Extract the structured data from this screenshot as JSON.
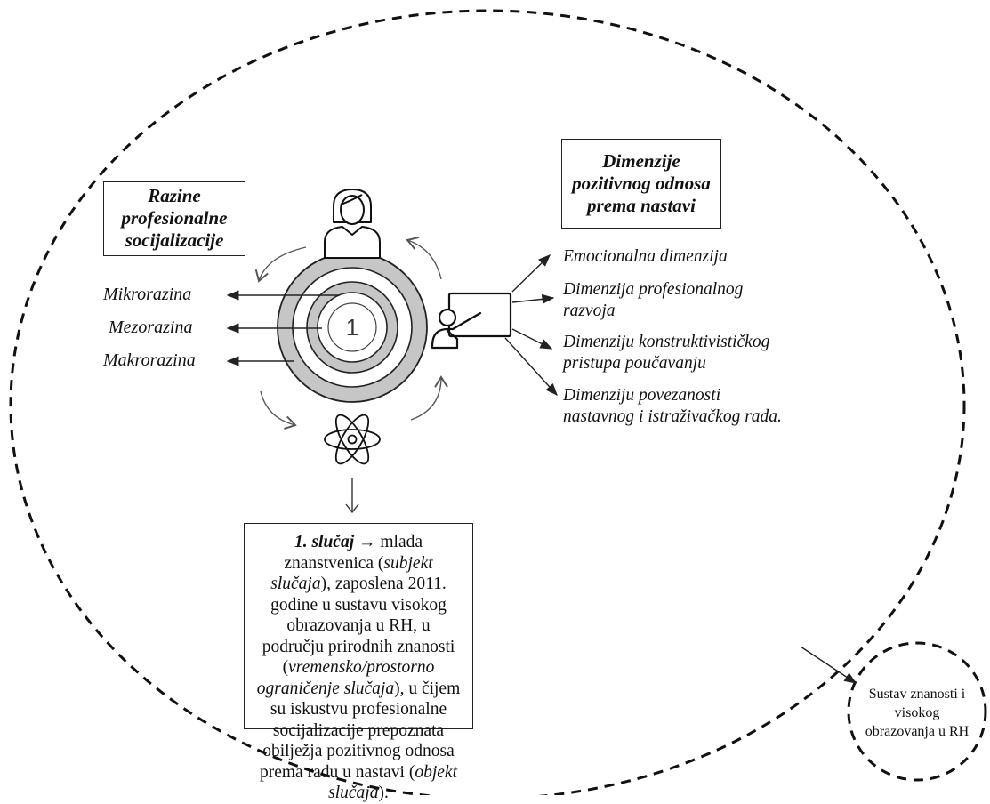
{
  "levels_box": {
    "lines": [
      "Razine",
      "profesionalne",
      "socijalizacije"
    ]
  },
  "levels": [
    "Mikrorazina",
    "Mezorazina",
    "Makrorazina"
  ],
  "center_label": "1",
  "dimensions_box": {
    "lines": [
      "Dimenzije",
      "pozitivnog odnosa",
      "prema nastavi"
    ]
  },
  "dimensions": [
    {
      "lines": [
        "Emocionalna dimenzija"
      ]
    },
    {
      "lines": [
        "Dimenzija profesionalnog",
        "razvoja"
      ]
    },
    {
      "lines": [
        "Dimenziju konstruktivističkog",
        "pristupa poučavanju"
      ]
    },
    {
      "lines": [
        "Dimenziju povezanosti",
        "nastavnog i istraživačkog rada."
      ]
    }
  ],
  "case": {
    "lead": "1. slučaj",
    "arrow": "→",
    "t1": " mlada znanstvenica (",
    "i1": "subjekt slučaja",
    "t2": "), zaposlena 2011. godine u sustavu visokog obrazovanja u RH, u području prirodnih znanosti (",
    "i2": "vremensko/prostorno ograničenje slučaja",
    "t3": "), u čijem su iskustvu profesionalne socijalizacije prepoznata obilježja pozitivnog odnosa prema radu u nastavi (",
    "i3": "objekt slučaja",
    "t4": ")."
  },
  "system_circle": {
    "lines": [
      "Sustav znanosti i",
      "visokog",
      "obrazovanja u RH"
    ]
  },
  "icons": [
    "woman-icon",
    "teacher-board-icon",
    "atom-icon"
  ],
  "colors": {
    "ring_gray": "#c6c6c6",
    "line": "#222222"
  }
}
